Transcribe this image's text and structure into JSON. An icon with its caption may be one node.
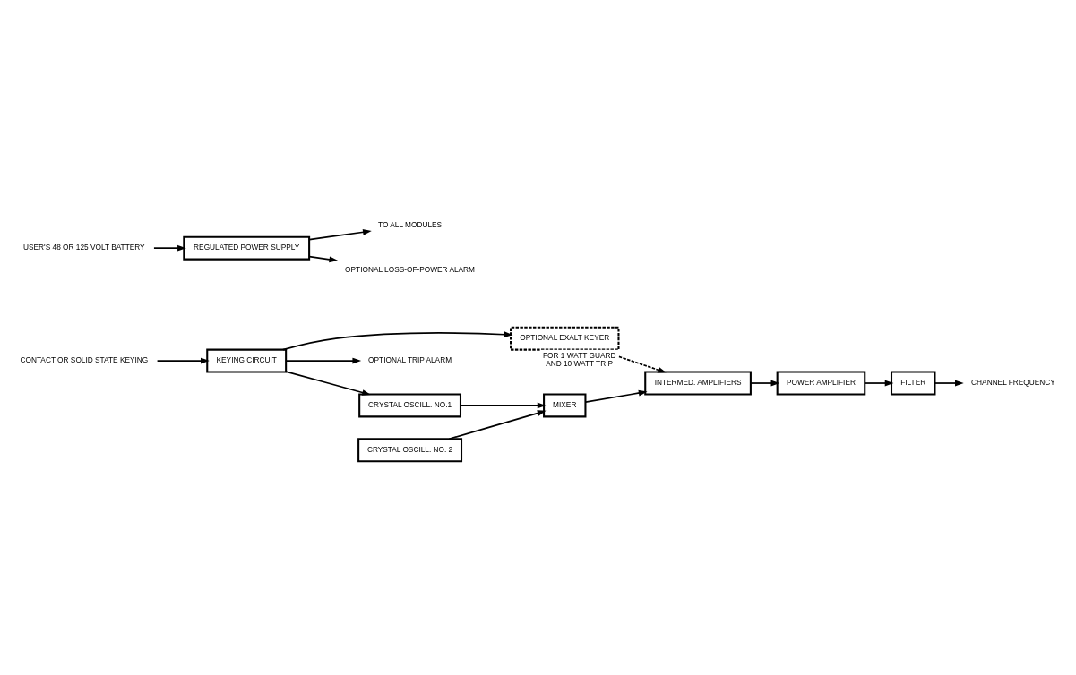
{
  "diagram": {
    "nodes": [
      {
        "text": [
          "CONTACT OR SOLID STATE KEYING"
        ]
      },
      {
        "text": [
          "KEYING CIRCUIT"
        ]
      },
      {
        "text": [
          "OPTIONAL EXALT KEYER"
        ],
        "beside": [
          "FOR 1 WATT GUARD AND 10 WATT TRIP"
        ]
      },
      {
        "text": [
          "OPTIONAL TRIP ALARM"
        ]
      },
      {
        "text": [
          "CRYSTAL OSCILL. NO.1"
        ]
      },
      {
        "text": [
          "CRYSTAL OSCILL. NO. 2"
        ]
      },
      {
        "text": [
          "MIXER"
        ]
      },
      {
        "text": [
          "INTERMED. AMPLIFIERS"
        ]
      },
      {
        "text": [
          "POWER AMPLIFIER"
        ]
      },
      {
        "text": [
          "FILTER"
        ]
      },
      {
        "text": [
          "CHANNEL FREQUENCY"
        ]
      },
      {
        "text": [
          "REGULATED POWER SUPPLY"
        ]
      },
      {
        "text": [
          "USER'S 48 OR 125 VOLT BATTERY"
        ]
      },
      {
        "text": [
          "TO ALL MODULES"
        ]
      },
      {
        "text": [
          "OPTIONAL LOSS-OF-POWER ALARM"
        ]
      }
    ],
    "edges": [
      {
        "from": 0,
        "to": 1,
        "arrow": "to"
      },
      {
        "from": 1,
        "to": 2,
        "arrow": "to"
      },
      {
        "from": 1,
        "to": 3,
        "arrow": "to"
      },
      {
        "from": 1,
        "to": 4,
        "arrow": "to"
      },
      {
        "from": 2,
        "to": 7,
        "arrow": "to",
        "style": "dashed"
      },
      {
        "from": 4,
        "to": 6,
        "arrow": "to"
      },
      {
        "from": 5,
        "to": 6,
        "arrow": "to"
      },
      {
        "from": 6,
        "to": 7,
        "arrow": "to"
      },
      {
        "from": 7,
        "to": 8,
        "arrow": "to"
      },
      {
        "from": 8,
        "to": 9,
        "arrow": "to"
      },
      {
        "from": 9,
        "to": 10,
        "arrow": "to"
      },
      {
        "from": 12,
        "to": 11,
        "arrow": "to"
      },
      {
        "from": 11,
        "to": 13,
        "arrow": "to"
      },
      {
        "from": 11,
        "to": 14,
        "arrow": "to"
      }
    ]
  }
}
